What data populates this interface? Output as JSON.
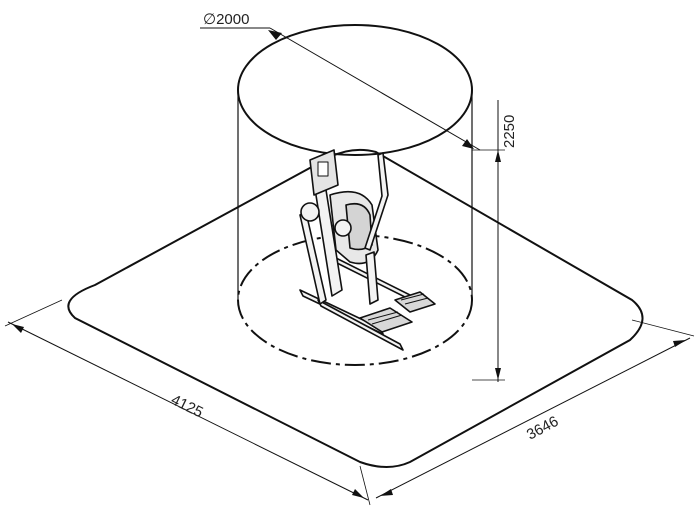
{
  "drawing": {
    "diameter_label": "∅2000",
    "height_label": "2250",
    "width_label": "4125",
    "depth_label": "3646"
  }
}
